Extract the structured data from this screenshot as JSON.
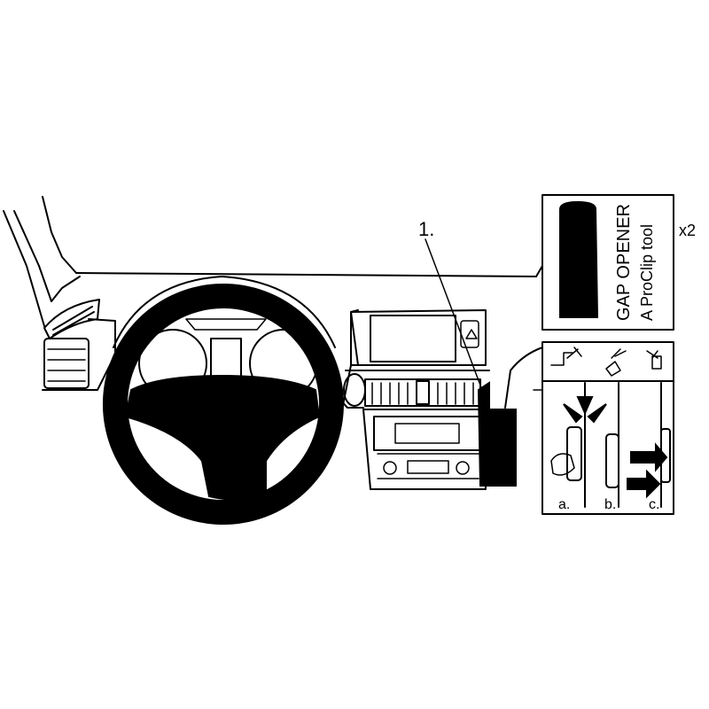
{
  "callout": {
    "number": "1."
  },
  "gap_opener": {
    "line1": "GAP OPENER",
    "line2": "A ProClip tool",
    "quantity": "x2"
  },
  "steps": {
    "a": "a.",
    "b": "b.",
    "c": "c."
  },
  "colors": {
    "ink": "#000000",
    "paper": "#ffffff"
  }
}
